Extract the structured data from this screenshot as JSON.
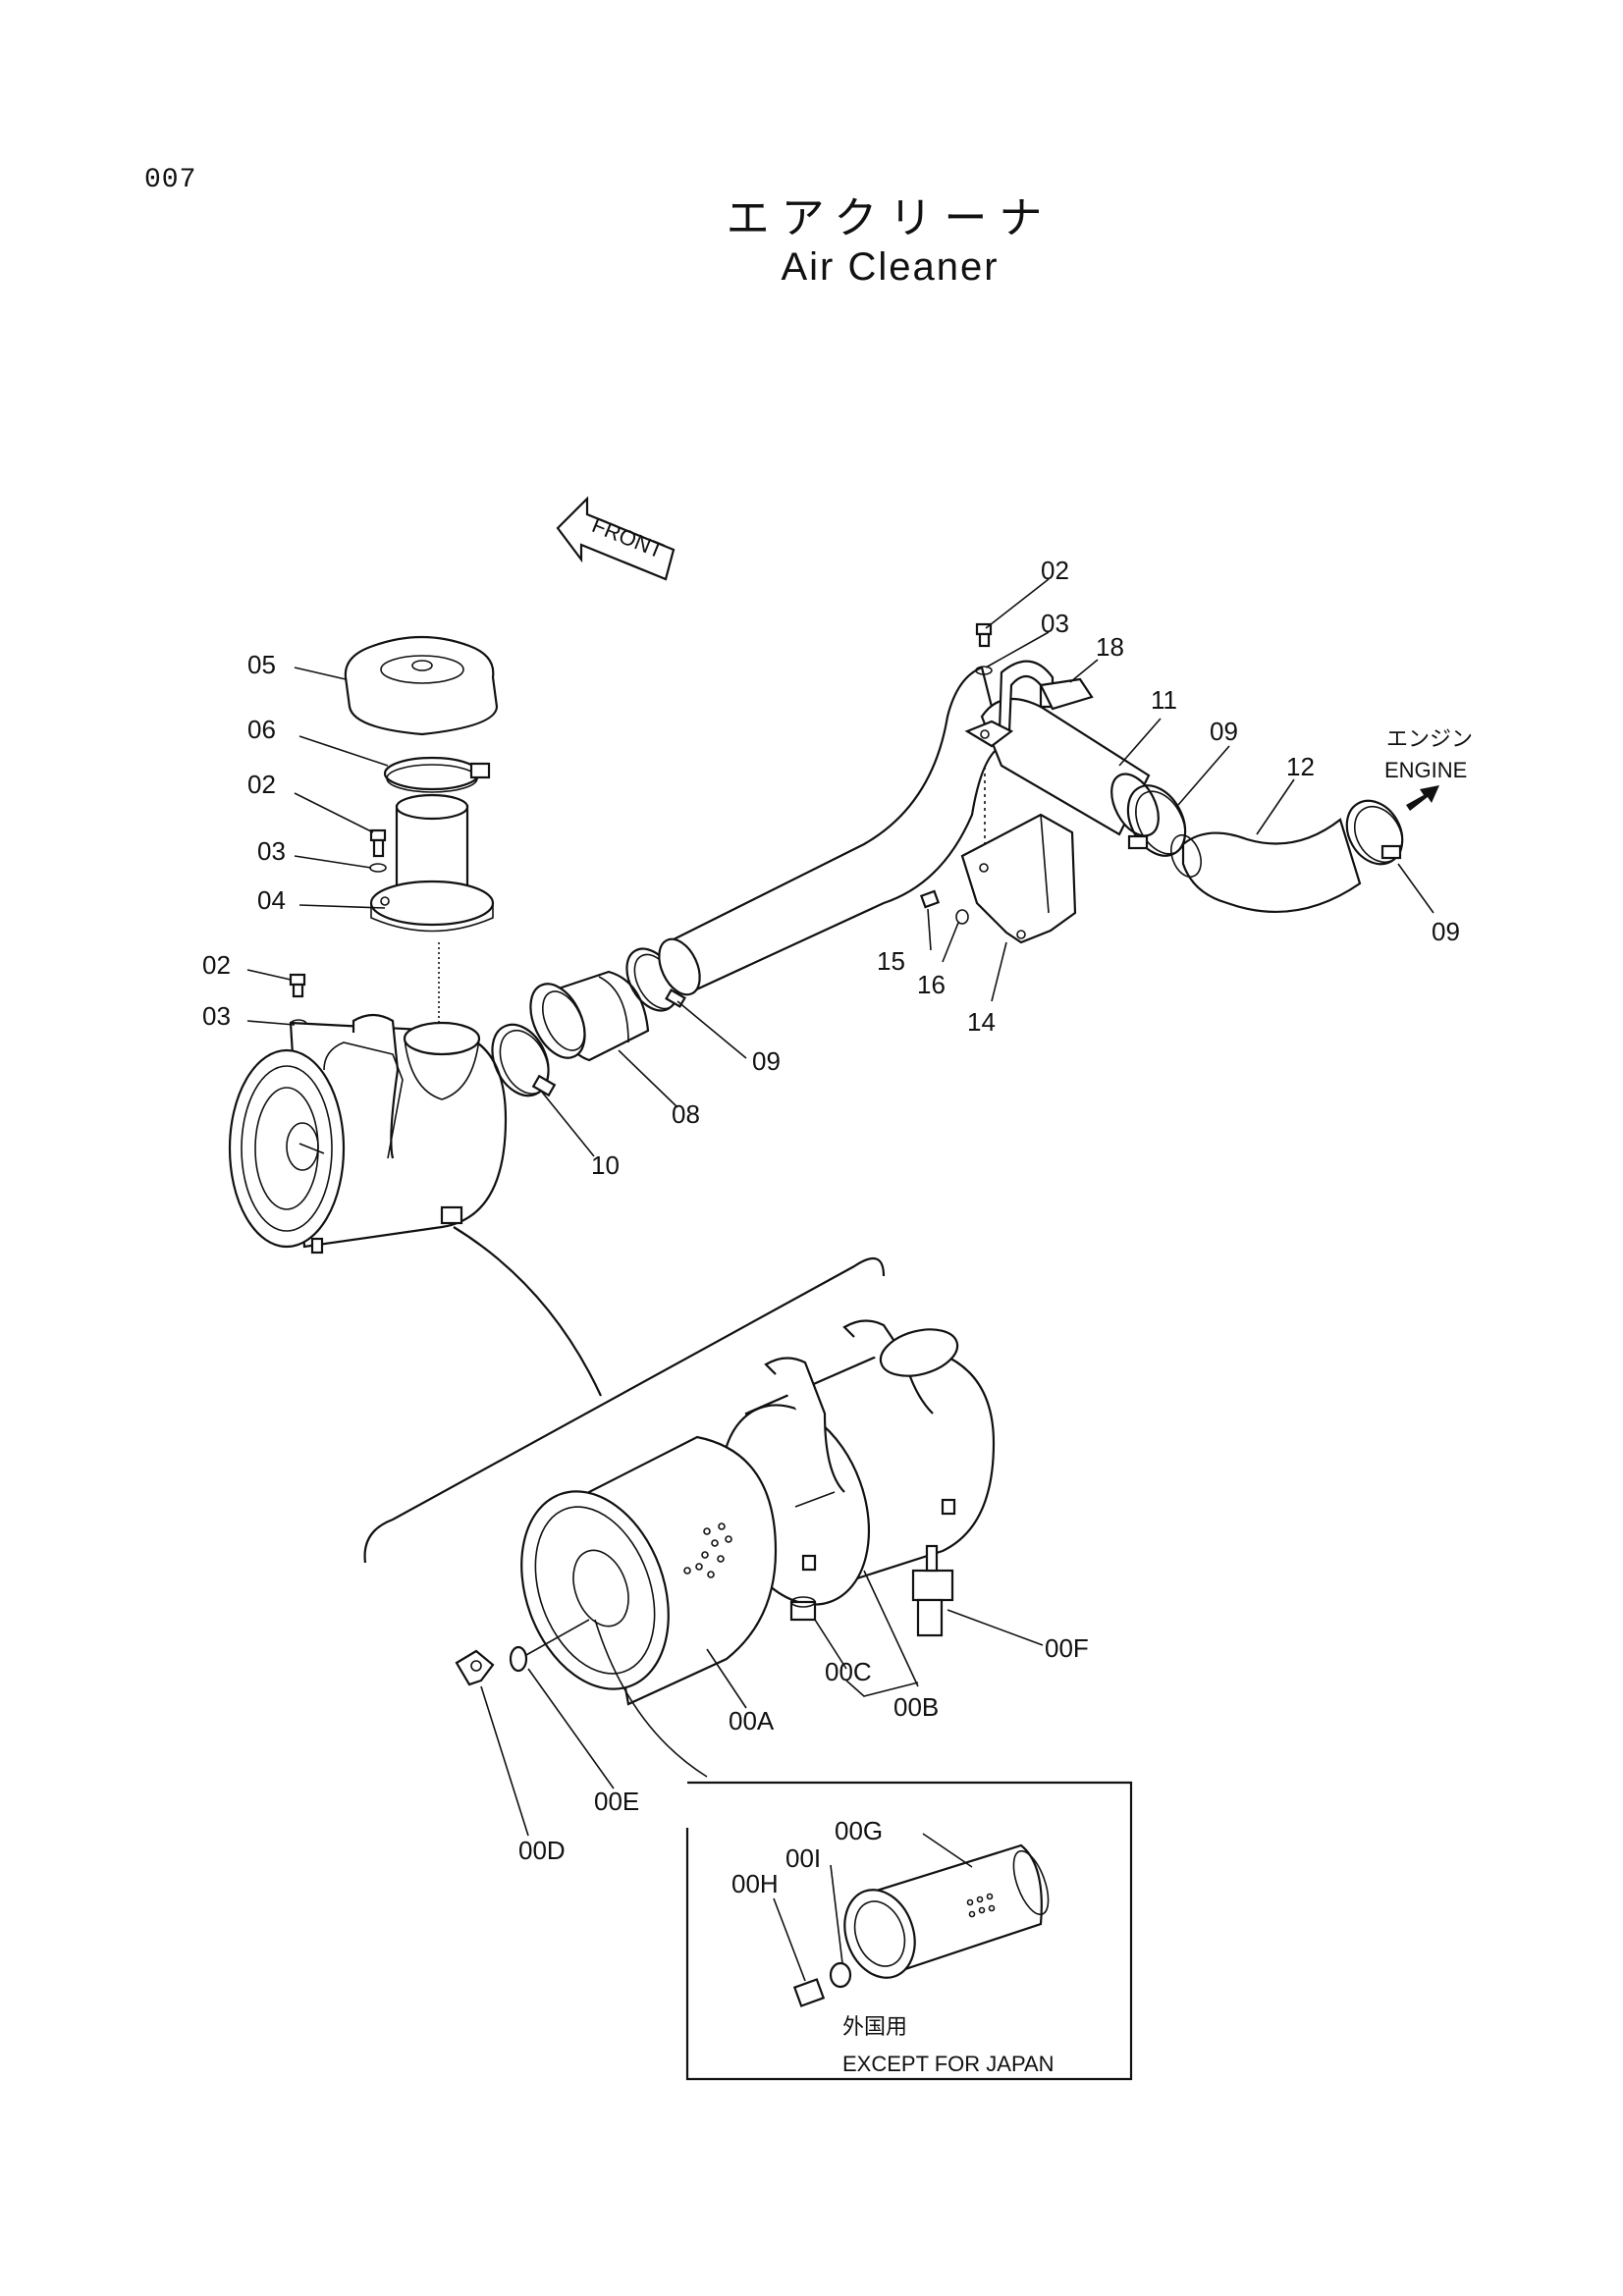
{
  "page_number": "007",
  "title_jp": "エアクリーナ",
  "title_en": "Air Cleaner",
  "front_label": "FRONT",
  "engine_label_jp": "エンジン",
  "engine_label_en": "ENGINE",
  "inset_label_jp": "外国用",
  "inset_label_en": "EXCEPT FOR JAPAN",
  "callouts": {
    "c02a": "02",
    "c03a": "03",
    "c18": "18",
    "c11": "11",
    "c09a": "09",
    "c12": "12",
    "c09b": "09",
    "c15": "15",
    "c16": "16",
    "c14": "14",
    "c09c": "09",
    "c05": "05",
    "c06": "06",
    "c02b": "02",
    "c03b": "03",
    "c04": "04",
    "c02c": "02",
    "c03c": "03",
    "c08": "08",
    "c10": "10",
    "c00A": "00A",
    "c00B": "00B",
    "c00C": "00C",
    "c00D": "00D",
    "c00E": "00E",
    "c00F": "00F",
    "c00G": "00G",
    "c00H": "00H",
    "c00I": "00I"
  }
}
